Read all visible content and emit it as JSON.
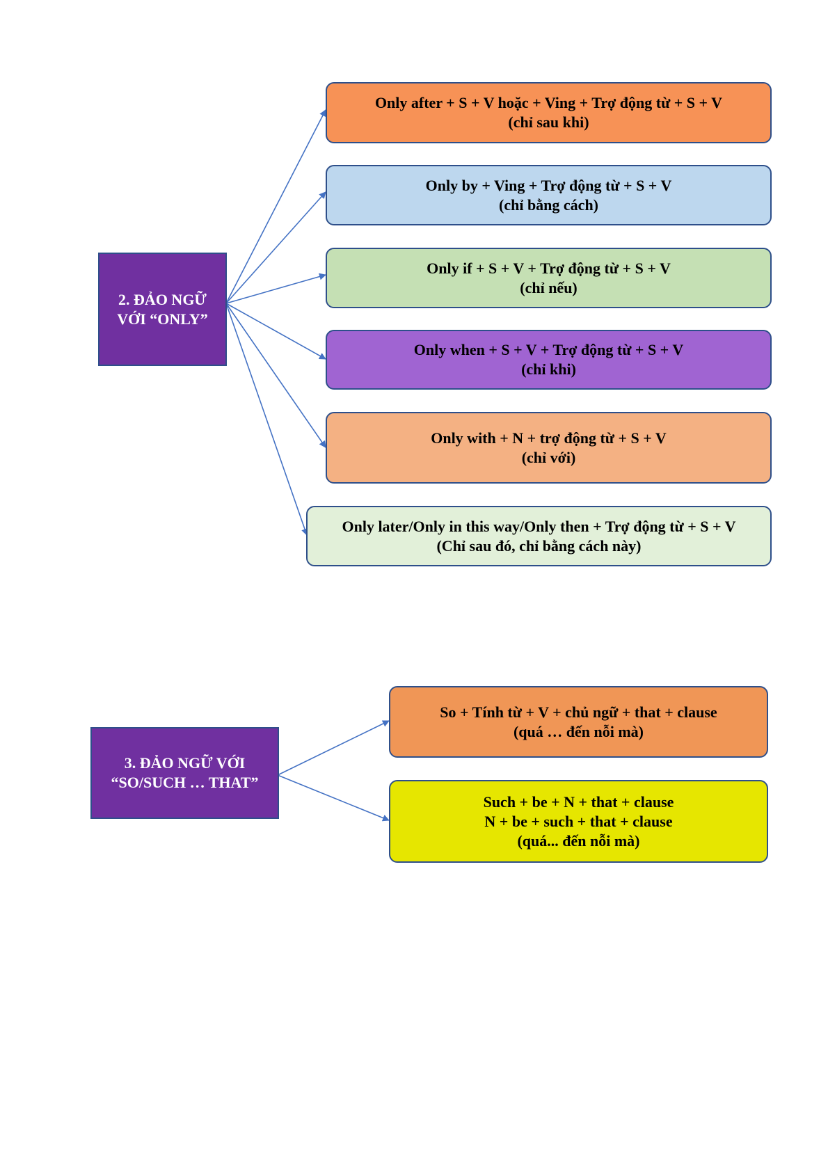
{
  "section2": {
    "hub": {
      "line1": "2. ĐẢO NGỮ",
      "line2": "VỚI “ONLY”"
    },
    "nodes": [
      {
        "line1": "Only after + S + V hoặc + Ving + Trợ động từ + S + V",
        "line2": "(chỉ sau khi)",
        "color": "#f79256"
      },
      {
        "line1": "Only by + Ving + Trợ động từ + S + V",
        "line2": "(chỉ bằng cách)",
        "color": "#bdd7ee"
      },
      {
        "line1": "Only if + S + V + Trợ động từ + S + V",
        "line2": "(chỉ nếu)",
        "color": "#c5e0b4"
      },
      {
        "line1": "Only when + S + V + Trợ động từ + S + V",
        "line2": "(chỉ khi)",
        "color": "#a064d2"
      },
      {
        "line1": "Only with + N + trợ động từ + S + V",
        "line2": "(chỉ với)",
        "color": "#f4b183"
      },
      {
        "line1": "Only later/Only in this way/Only then + Trợ động từ + S + V",
        "line2": "(Chỉ sau đó, chỉ bằng cách này)",
        "color": "#e2f0d9"
      }
    ]
  },
  "section3": {
    "hub": {
      "line1": "3. ĐẢO NGỮ VỚI",
      "line2": "“SO/SUCH … THAT”"
    },
    "nodes": [
      {
        "line1": "So + Tính từ + V + chủ ngữ + that + clause",
        "line2": "(quá … đến nỗi mà)",
        "color": "#f09656"
      },
      {
        "line1": "Such + be + N + that + clause",
        "line2": "N + be + such + that + clause",
        "line3": "(quá... đến nỗi mà)",
        "color": "#e6e600"
      }
    ]
  },
  "colors": {
    "hub": "#7030a0",
    "arrow": "#4472c4",
    "border": "#2e4f8a"
  }
}
